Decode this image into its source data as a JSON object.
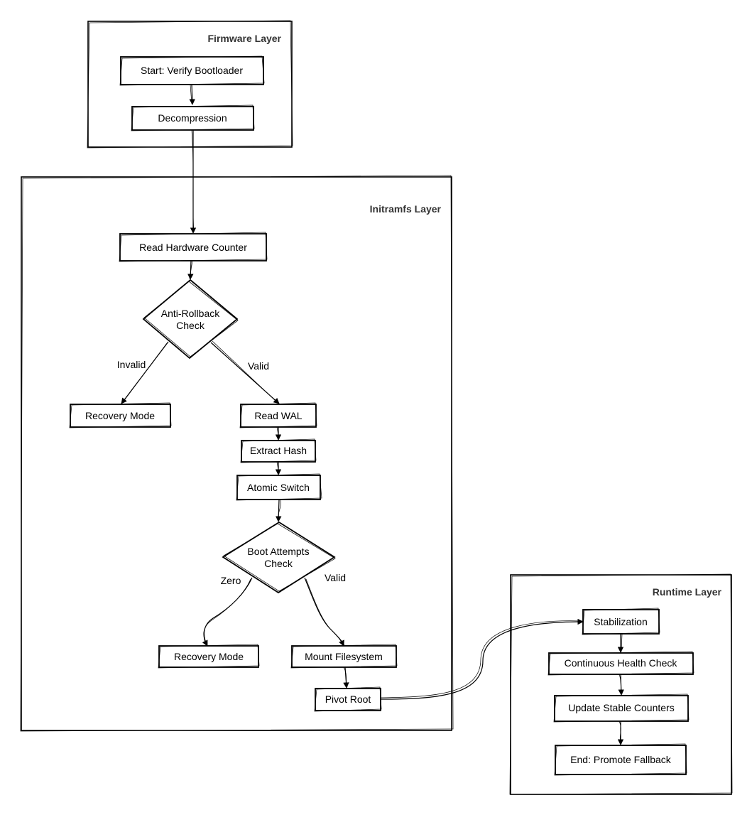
{
  "layers": {
    "firmware": {
      "title": "Firmware Layer"
    },
    "initramfs": {
      "title": "Initramfs Layer"
    },
    "runtime": {
      "title": "Runtime Layer"
    }
  },
  "nodes": {
    "verify_bootloader": "Start: Verify Bootloader",
    "decompression": "Decompression",
    "read_hw_counter": "Read Hardware Counter",
    "anti_rollback_line1": "Anti-Rollback",
    "anti_rollback_line2": "Check",
    "recovery_mode_1": "Recovery Mode",
    "read_wal": "Read WAL",
    "extract_hash": "Extract Hash",
    "atomic_switch": "Atomic Switch",
    "boot_attempts_line1": "Boot Attempts",
    "boot_attempts_line2": "Check",
    "recovery_mode_2": "Recovery Mode",
    "mount_filesystem": "Mount Filesystem",
    "pivot_root": "Pivot Root",
    "stabilization": "Stabilization",
    "continuous_health_check": "Continuous Health Check",
    "update_stable_counters": "Update Stable Counters",
    "promote_fallback": "End: Promote Fallback"
  },
  "edge_labels": {
    "invalid": "Invalid",
    "valid_1": "Valid",
    "zero": "Zero",
    "valid_2": "Valid"
  }
}
